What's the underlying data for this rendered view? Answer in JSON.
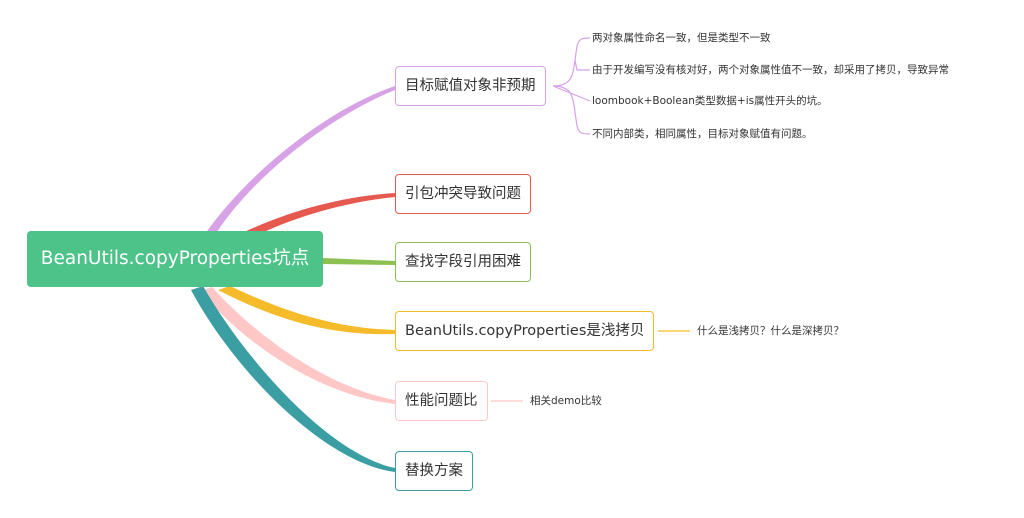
{
  "root": {
    "label": "BeanUtils.copyProperties坑点",
    "color": "#4dc38a"
  },
  "branches": [
    {
      "label": "目标赋值对象非预期",
      "color": "#d7a2e6",
      "children": [
        "两对象属性命名一致，但是类型不一致",
        "由于开发编写没有核对好，两个对象属性值不一致，却采用了拷贝，导致异常",
        "loombook+Boolean类型数据+is属性开头的坑。",
        "不同内部类，相同属性，目标对象赋值有问题。"
      ]
    },
    {
      "label": "引包冲突导致问题",
      "color": "#e5594f",
      "children": []
    },
    {
      "label": "查找字段引用困难",
      "color": "#8cc152",
      "children": []
    },
    {
      "label": "BeanUtils.copyProperties是浅拷贝",
      "color": "#f6bb2a",
      "children": [
        "什么是浅拷贝？什么是深拷贝？"
      ]
    },
    {
      "label": "性能问题比",
      "color": "#ffc8c6",
      "children": [
        "相关demo比较"
      ]
    },
    {
      "label": "替换方案",
      "color": "#3b9ea3",
      "children": []
    }
  ]
}
